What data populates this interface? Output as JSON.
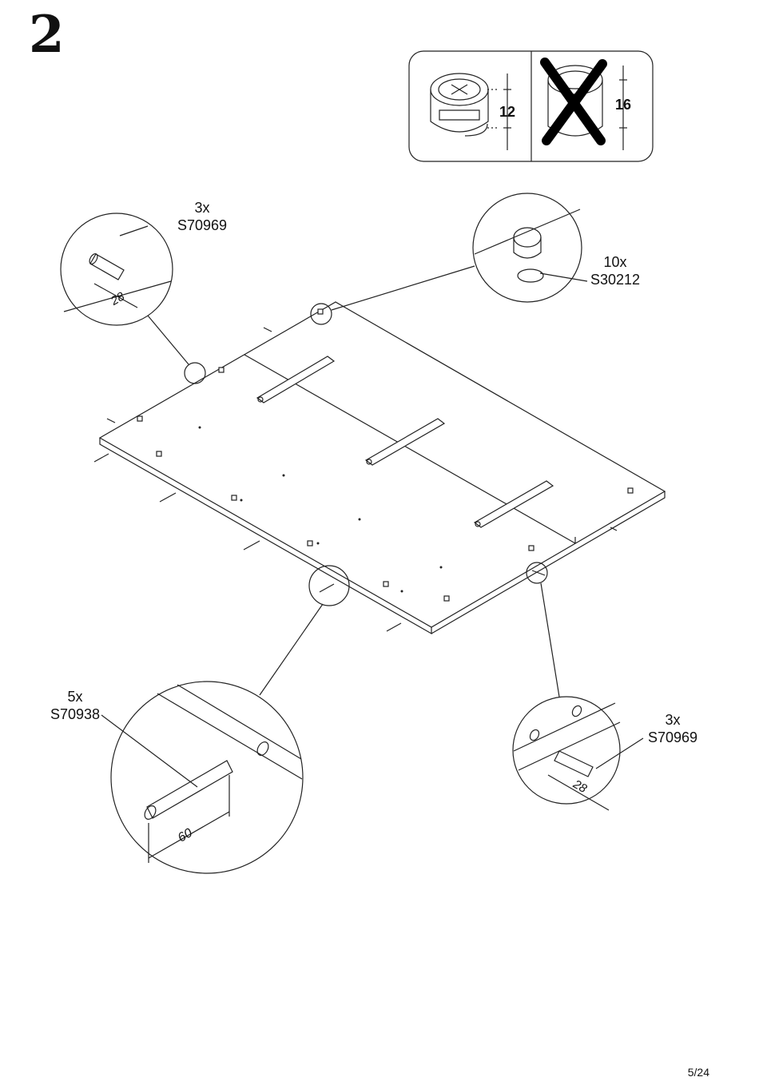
{
  "step": {
    "number": "2"
  },
  "depth_check": {
    "ok_value": "12",
    "wrong_value": "16"
  },
  "callouts": {
    "top_left": {
      "qty": "3x",
      "part": "S70969",
      "dim": "28"
    },
    "top_right": {
      "qty": "10x",
      "part": "S30212"
    },
    "bottom_left": {
      "qty": "5x",
      "part": "S70938",
      "dim": "60"
    },
    "bottom_right": {
      "qty": "3x",
      "part": "S70969",
      "dim": "28"
    }
  },
  "footer": {
    "page": "5/24"
  }
}
